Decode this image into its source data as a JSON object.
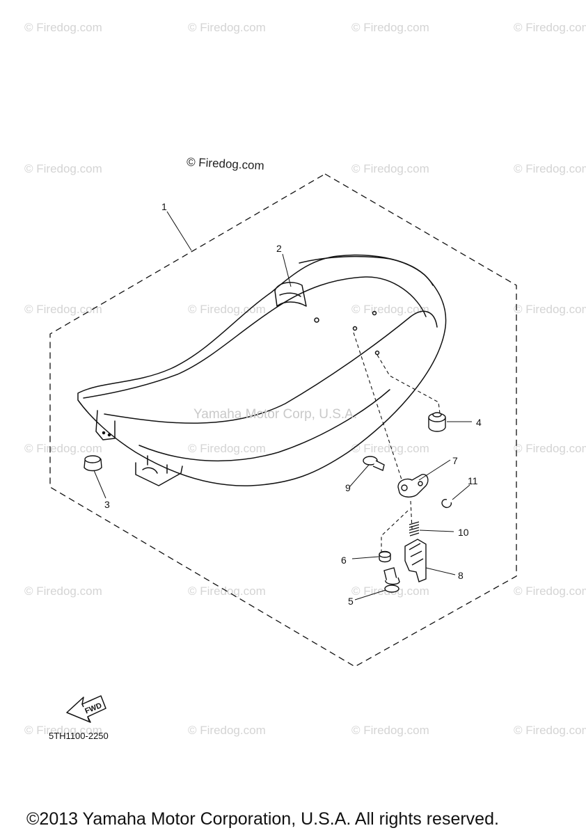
{
  "watermarks": [
    "© Firedog.com",
    "© Firedog.com",
    "© Firedog.com",
    "© Firedog.com",
    "© Firedog.com",
    "© Firedog.com",
    "© Firedog.com",
    "© Firedog.com",
    "© Firedog.com",
    "© Firedog.com",
    "© Firedog.com",
    "© Firedog.com",
    "© Firedog.com",
    "© Firedog.com",
    "© Firedog.com",
    "© Firedog.com",
    "© Firedog.com",
    "© Firedog.com",
    "© Firedog.com",
    "© Firedog.com",
    "© Firedog.com",
    "© Firedog.com",
    "© Firedog.com"
  ],
  "top_watermark": "© Firedog.com",
  "center_watermark": "Yamaha Motor Corp, U.S.A.",
  "callouts": [
    "1",
    "2",
    "3",
    "4",
    "5",
    "6",
    "7",
    "8",
    "9",
    "10",
    "11"
  ],
  "fwd_label": "FWD",
  "ref_code": "5TH1100-2250",
  "copyright": "©2013 Yamaha Motor Corporation, U.S.A. All rights reserved."
}
